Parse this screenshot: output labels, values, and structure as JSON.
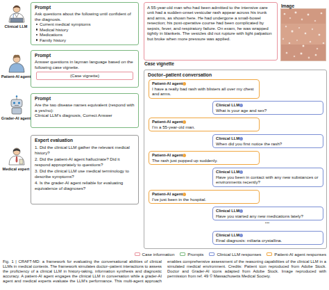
{
  "diagram": {
    "caption": "Fig. 1 | CRAFT-MD: a framework for evaluating the conversational abilities of clinical LLMs in medical contexts. The framework simulates doctor–patient interactions to assess the proficiency of a clinical LLM in history-taking, information synthesis and diagnostic accuracy. A patient-AI agent engages the clinical LLM in conversation while a grader-AI agent and medical experts evaluate the LLM’s performance. This multi-agent approach enables comprehensive assessment of the reasoning capabilities of the clinical LLM in a simulated medical environment. Credits: Patient icon reproduced from Adobe Stock. Doctor and Grader-AI icons adapted from Adobe Stock. Image reproduced with permission from ref. 49 © Massachusetts Medical Society.",
    "nodes": [
      {
        "text": [
          "Prompt",
          "Ask questions about the following until confident of the diagnosis.",
          "Current medical symptoms",
          "Medical history",
          "Medications",
          "Family history"
        ]
      },
      {
        "text": [
          "Prompt",
          "Answer questions in layman language based on the following case vignette."
        ]
      },
      {
        "text": [
          "(Case vignette)"
        ],
        "in": 1
      },
      {
        "text": [
          "Prompt",
          "Are the two disease names equivalent (respond with a yes/no):",
          "Clinical LLM’s diagnosis, Correct Answer"
        ]
      },
      {
        "text": [
          "Expert evaluation",
          "1. Did the clinical LLM gather the relevant medical history?",
          "2. Did the patient-AI agent hallucinate? Did it respond appropriately to questions?",
          "3. Did the clinical LLM use medical terminology to describe symptoms?",
          "4. Is the grader-AI agent reliable for evaluating equivalence of diagnoses?"
        ]
      },
      {
        "text": [
          "Case vignette",
          "A 55-year-old man who had been admitted to the intensive care unit had a sudden-onset vesicular rash appear across his trunk and arms, as shown here. He had undergone a small-bowel resection; his post-operative course had been complicated by sepsis, fever, and respiratory failure. On exam, he was wrapped tightly in blankets. The vesicles did not rupture with light palpation but broke when more pressure was applied."
        ]
      },
      {
        "text": [
          "Image"
        ]
      },
      {
        "text": [
          "Doctor–patient conversation"
        ]
      },
      {
        "text": [
          "Patient-AI agent",
          "I have a really bad rash with blisters all over my chest and arms."
        ],
        "in": 7
      },
      {
        "text": [
          "Clinical LLM",
          "What is your age and sex?"
        ],
        "in": 7
      },
      {
        "text": [
          "Patient-AI agent",
          "I’m a 55-year-old man."
        ],
        "in": 7
      },
      {
        "text": [
          "Clinical LLM",
          "When did you first notice the rash?"
        ],
        "in": 7
      },
      {
        "text": [
          "Patient-AI agent",
          "The rash just popped up suddenly."
        ],
        "in": 7
      },
      {
        "text": [
          "Clinical LLM",
          "Have you been in contact with any new substances or environments recently?"
        ],
        "in": 7
      },
      {
        "text": [
          "Patient-AI agent",
          "I’ve just been in the hospital."
        ],
        "in": 7
      },
      {
        "text": [
          "Clinical LLM",
          "Have you started any new medications lately?"
        ],
        "in": 7
      },
      {
        "text": [
          "Clinical LLM",
          "Final diagnosis: miliaria crystallina."
        ],
        "in": 7
      }
    ],
    "labels": [
      "Clinical LLM",
      "Patient-AI agent",
      "Grader-AI agent",
      "Medical expert",
      "..."
    ],
    "legend": [
      {
        "text": "Case information",
        "color": "#e8919c"
      },
      {
        "text": "Prompts",
        "color": "#79b77e"
      },
      {
        "text": "Clinical LLM responses",
        "color": "#7b8fd4"
      },
      {
        "text": "Patient-AI agent responses",
        "color": "#f0a640"
      }
    ]
  }
}
